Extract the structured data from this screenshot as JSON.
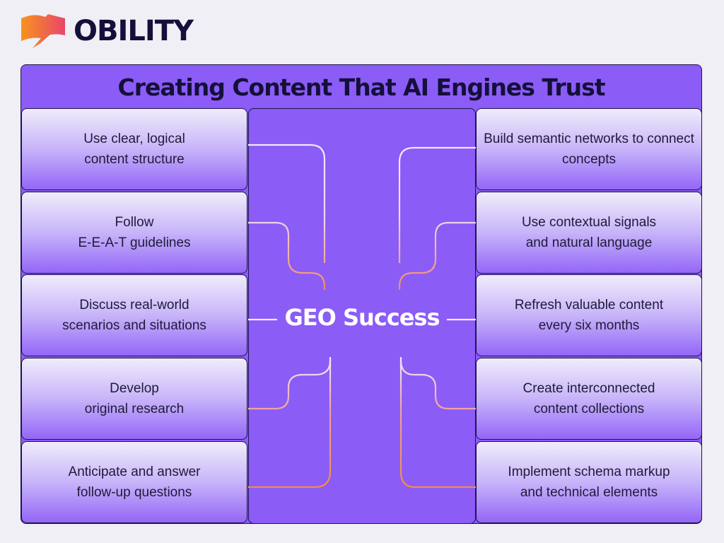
{
  "brand": {
    "name": "OBILITY",
    "colors": {
      "accent": "#8b5cf6",
      "dark": "#14103a",
      "orange": "#f28a3c"
    }
  },
  "title": "Creating Content That AI Engines Trust",
  "center_label": "GEO Success",
  "left_items": [
    {
      "label": "Use clear, logical\ncontent structure"
    },
    {
      "label": "Follow\nE-E-A-T guidelines"
    },
    {
      "label": "Discuss real-world\nscenarios and situations"
    },
    {
      "label": "Develop\noriginal research"
    },
    {
      "label": "Anticipate and answer\nfollow-up questions"
    }
  ],
  "right_items": [
    {
      "label": "Build semantic networks to connect\nconcepts"
    },
    {
      "label": "Use contextual signals\nand natural language"
    },
    {
      "label": "Refresh valuable content\nevery six months"
    },
    {
      "label": "Create interconnected\ncontent collections"
    },
    {
      "label": "Implement schema markup\nand technical elements"
    }
  ]
}
